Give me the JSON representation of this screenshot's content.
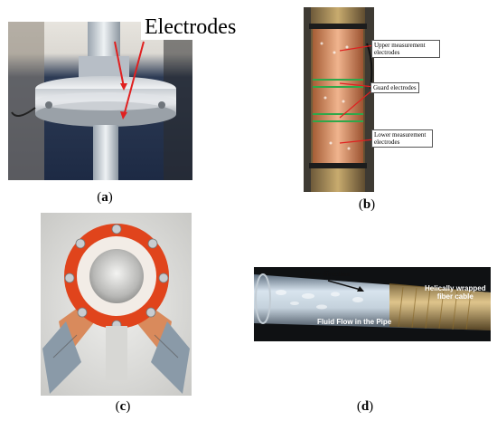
{
  "panel_a": {
    "label_text": "Electrodes",
    "caption_letter": "a"
  },
  "panel_b": {
    "upper_label": "Upper measurement\nelectrodes",
    "guard_label": "Guard electrodes",
    "lower_label": "Lower measurement\nelectrodes",
    "caption_letter": "b"
  },
  "panel_c": {
    "caption_letter": "c"
  },
  "panel_d": {
    "flow_direction": "Flow direction",
    "helical_label_1": "Helically wrapped",
    "helical_label_2": "fiber cable",
    "fluid_flow": "Fluid Flow in the Pipe",
    "caption_letter": "d"
  },
  "colors": {
    "arrow_red": "#e02020",
    "flange_red": "#e0441c",
    "copper": "#d98a5c",
    "brass": "#b39356"
  }
}
